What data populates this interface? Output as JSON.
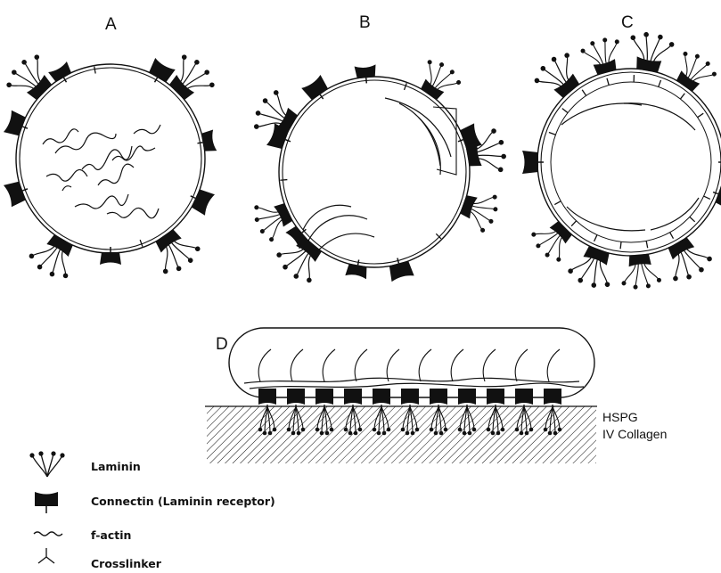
{
  "panels": {
    "a": {
      "label": "A"
    },
    "b": {
      "label": "B"
    },
    "c": {
      "label": "C"
    },
    "d": {
      "label": "D"
    }
  },
  "substrate": {
    "hspg": "HSPG",
    "collagen": "IV Collagen"
  },
  "legend": {
    "laminin": "Laminin",
    "connectin": "Connectin (Laminin receptor)",
    "factin": "f-actin",
    "crosslinker": "Crosslinker"
  },
  "colors": {
    "ink": "#111111",
    "paper": "#ffffff"
  }
}
